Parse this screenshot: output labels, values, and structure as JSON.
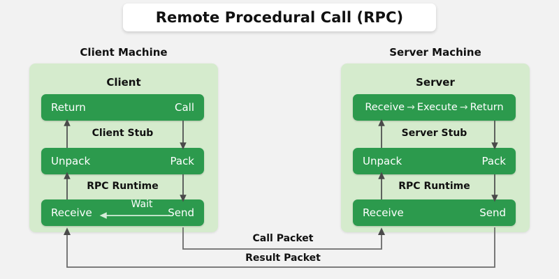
{
  "title": "Remote Procedural Call (RPC)",
  "colors": {
    "page_background": "#f2f2f2",
    "panel_background": "#d5ebcd",
    "box_green": "#2c9a4d",
    "box_text": "#ffffff",
    "wire": "#555555",
    "wait_arrow": "#cfe9d3",
    "title_card": "#ffffff"
  },
  "client": {
    "machine_caption": "Client Machine",
    "panel_title": "Client",
    "top_box": {
      "left_label": "Return",
      "right_label": "Call"
    },
    "stub_label": "Client Stub",
    "mid_box": {
      "left_label": "Unpack",
      "right_label": "Pack"
    },
    "runtime_label": "RPC Runtime",
    "bottom_box": {
      "left_label": "Receive",
      "right_label": "Send",
      "inner_label": "Wait"
    }
  },
  "server": {
    "machine_caption": "Server Machine",
    "panel_title": "Server",
    "top_box": {
      "segments": [
        "Receive",
        "Execute",
        "Return"
      ],
      "separator": "→"
    },
    "stub_label": "Server Stub",
    "mid_box": {
      "left_label": "Unpack",
      "right_label": "Pack"
    },
    "runtime_label": "RPC Runtime",
    "bottom_box": {
      "left_label": "Receive",
      "right_label": "Send"
    }
  },
  "packets": {
    "call_packet_label": "Call Packet",
    "result_packet_label": "Result Packet"
  }
}
